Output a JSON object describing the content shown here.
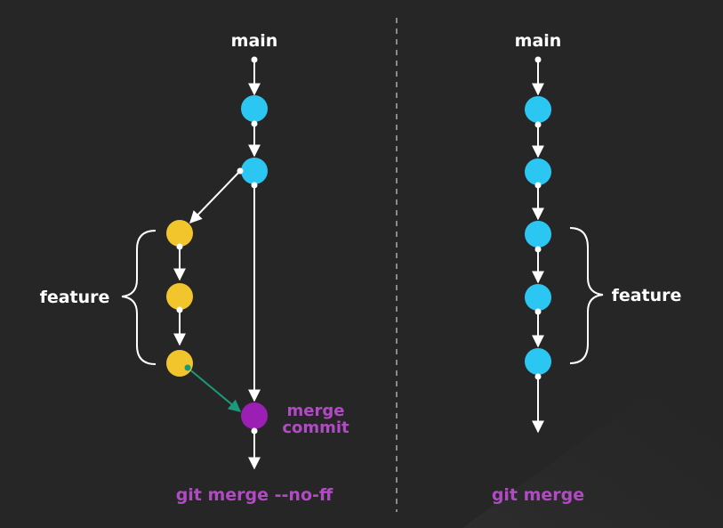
{
  "colors": {
    "background": "#262626",
    "main_commit": "#2cc6f2",
    "feature_commit": "#f2c52c",
    "merge_commit": "#9b1fb5",
    "merge_arrow": "#1a9a7a",
    "accent_text": "#b14ac4",
    "line": "#ffffff",
    "divider": "#8a8a8a"
  },
  "left": {
    "branch_label": "main",
    "feature_label": "feature",
    "merge_label_line1": "merge",
    "merge_label_line2": "commit",
    "caption": "git merge --no-ff"
  },
  "right": {
    "branch_label": "main",
    "feature_label": "feature",
    "caption": "git merge"
  }
}
